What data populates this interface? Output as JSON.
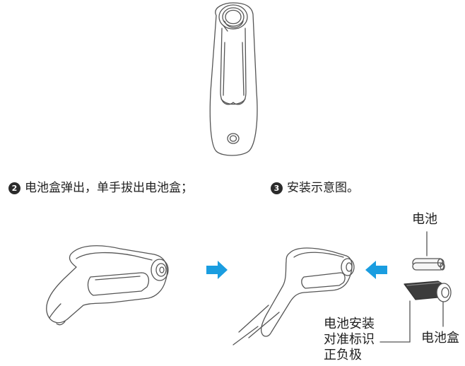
{
  "steps": [
    {
      "number": "2",
      "text": "电池盒弹出，单手拔出电池盒；"
    },
    {
      "number": "3",
      "text": "安装示意图。"
    }
  ],
  "labels": {
    "battery": "电池",
    "battery_box": "电池盒",
    "align_mark": [
      "电池安装",
      "对准标识",
      "正负极"
    ]
  },
  "colors": {
    "arrow": "#1a9de0",
    "line": "#555555"
  },
  "icons": [
    "arrow-right-icon",
    "arrow-left-icon"
  ]
}
